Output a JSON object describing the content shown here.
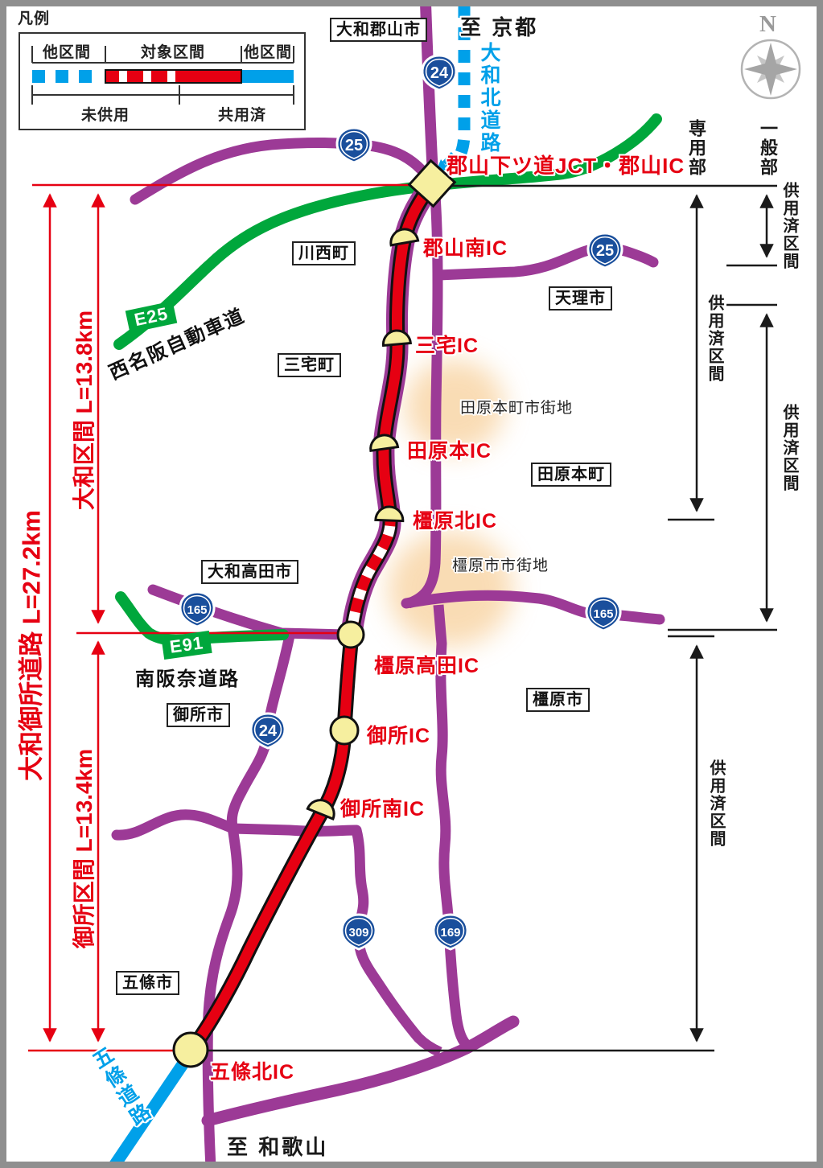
{
  "legend": {
    "title": "凡例",
    "sections": [
      "他区間",
      "対象区間",
      "他区間"
    ],
    "status": [
      "未供用",
      "共用済"
    ]
  },
  "compass": {
    "label": "N"
  },
  "destinations": {
    "north": "至 京都",
    "south": "至 和歌山"
  },
  "roads": {
    "yamato_kita": "大和北道路",
    "gojo_road": "五條道路",
    "nishimeihan_code": "E25",
    "nishimeihan_name": "西名阪自動車道",
    "minamihanna_code": "E91",
    "minamihanna_name": "南阪奈道路"
  },
  "shields": {
    "r24_north": "24",
    "r25_west": "25",
    "r25_east": "25",
    "r165_west": "165",
    "r165_east": "165",
    "r24_south": "24",
    "r309": "309",
    "r169": "169"
  },
  "interchanges": {
    "koriyama_jct": "郡山下ツ道JCT・郡山IC",
    "koriyama_minami": "郡山南IC",
    "miyake": "三宅IC",
    "tawaramoto": "田原本IC",
    "kashihara_kita": "橿原北IC",
    "kashihara_takada": "橿原高田IC",
    "gose": "御所IC",
    "gose_minami": "御所南IC",
    "gojo_kita": "五條北IC"
  },
  "municipalities": {
    "yamatokoriyama": "大和郡山市",
    "kawanishi": "川西町",
    "tenri": "天理市",
    "miyake": "三宅町",
    "tawaramoto": "田原本町",
    "yamatotakada": "大和高田市",
    "gose": "御所市",
    "kashihara": "橿原市",
    "gojo": "五條市"
  },
  "urban_areas": {
    "tawaramoto": "田原本町市街地",
    "kashihara": "橿原市市街地"
  },
  "measurements": {
    "total": "大和御所道路 L=27.2km",
    "yamato": "大和区間 L=13.8km",
    "gose": "御所区間 L=13.4km"
  },
  "annotations": {
    "senyobu": "専用部",
    "ippanbu": "一般部",
    "kyoyo1": "供用済区間",
    "kyoyo2": "供用済区間",
    "kyoyo3": "供用済区間",
    "kyoyo4": "供用済区間"
  },
  "colors": {
    "target_road_red": "#e60012",
    "general_road_purple": "#9c3a96",
    "expressway_green": "#00a73c",
    "planned_road_blue": "#00a0e9",
    "route_shield_blue": "#1a4f9c",
    "ic_marker_yellow": "#f6ef9f",
    "urban_area_orange": "#f6c583"
  }
}
